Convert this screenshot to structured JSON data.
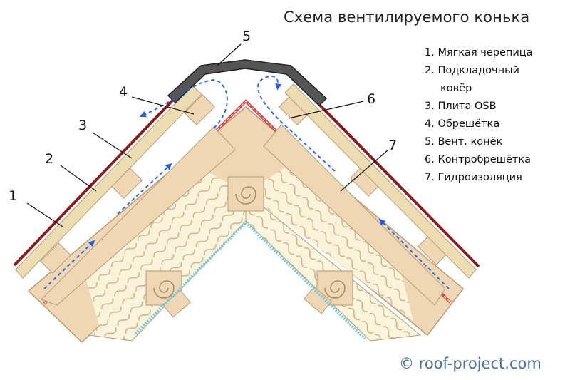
{
  "title": "Схема вентилируемого конька",
  "legend": [
    "1. Мягкая черепица",
    "2. Подкладочный",
    "ковёр",
    "3. Плита OSB",
    "4. Обрешётка",
    "5. Вент. конёк",
    "6. Контробрешётка",
    "7. Гидроизоляция"
  ],
  "callouts": [
    "1",
    "2",
    "3",
    "4",
    "5",
    "6",
    "7"
  ],
  "copyright": "© roof-project.com",
  "colors": {
    "wood": "#f0d7b3",
    "wood_stroke": "#b49a7a",
    "insulation": "#fbf4dc",
    "membrane_red": "#d64545",
    "vapor_blue": "#6ec6e6",
    "shingle": "#8a1c1c",
    "ridge_cap": "#555555",
    "airflow": "#1e5ee6",
    "copyright": "#4a6f9a"
  }
}
